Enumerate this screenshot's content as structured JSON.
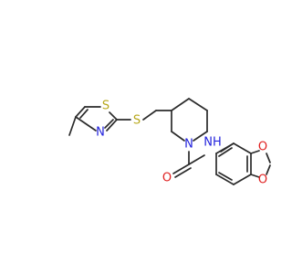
{
  "molecule": {
    "atoms": {
      "thiazole_S": "S",
      "thiazole_N": "N",
      "thioether_S": "S",
      "piperidine_N": "N",
      "carbonyl_O": "O",
      "amide_NH": "NH",
      "dioxole_O1": "O",
      "dioxole_O2": "O"
    }
  }
}
